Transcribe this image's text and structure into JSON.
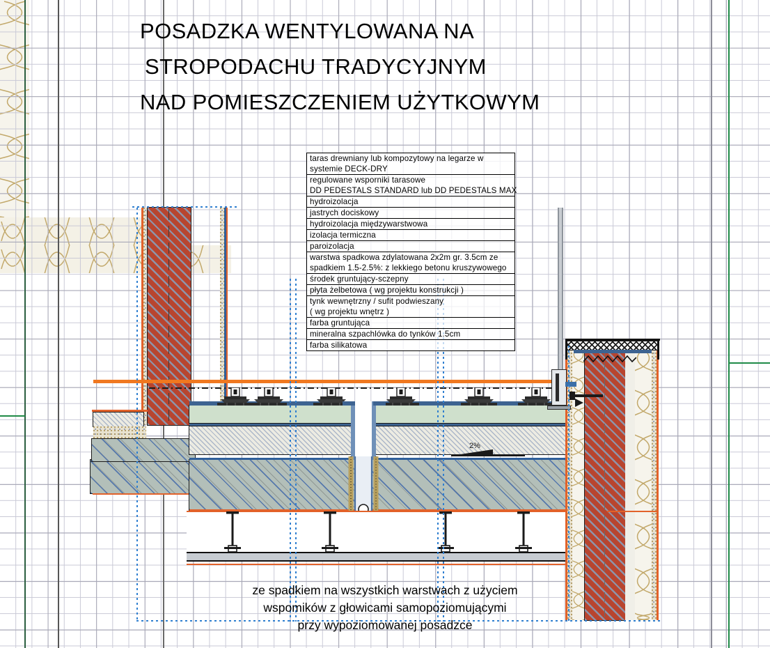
{
  "title": {
    "line1": "POSADZKA WENTYLOWANA NA",
    "line2": "STROPODACHU TRADYCYJNYM",
    "line3": "NAD POMIESZCZENIEM UŻYTKOWYM"
  },
  "caption": {
    "line1": "ze spadkiem na wszystkich warstwach z użyciem",
    "line2": "wspomików z głowicami samopoziomującymi",
    "line3": "przy wypoziomowanej posadzce"
  },
  "legend": {
    "rows": [
      {
        "lines": [
          "taras drewniany lub kompozytowy na legarze w",
          "systemie DECK-DRY"
        ]
      },
      {
        "lines": [
          "regulowane wsporniki tarasowe",
          "DD PEDESTALS STANDARD lub DD PEDESTALS MAX"
        ]
      },
      {
        "lines": [
          "hydroizolacja"
        ]
      },
      {
        "lines": [
          "jastrych dociskowy"
        ]
      },
      {
        "lines": [
          "hydroizolacja międzywarstwowa"
        ]
      },
      {
        "lines": [
          "izolacja termiczna"
        ]
      },
      {
        "lines": [
          "paroizolacja"
        ]
      },
      {
        "lines": [
          "warstwa spadkowa zdylatowana 2x2m gr. 3.5cm ze",
          "spadkiem 1.5-2.5%: z lekkiego betonu kruszywowego"
        ]
      },
      {
        "lines": [
          "środek gruntujący-sczepny"
        ]
      },
      {
        "lines": [
          "płyta żelbetowa ( wg projektu konstrukcji )"
        ]
      },
      {
        "lines": [
          "tynk wewnętrzny / sufit podwieszany",
          "( wg projektu wnętrz )"
        ]
      },
      {
        "lines": [
          "farba gruntująca"
        ]
      },
      {
        "lines": [
          "mineralna szpachlówka do tynków 1.5cm"
        ]
      },
      {
        "lines": [
          "farba silikatowa"
        ]
      }
    ]
  },
  "annotations": {
    "slope": "2%"
  },
  "colors": {
    "brick": "#b8452f",
    "concrete": "#b3bfb9",
    "screed": "#cfe0cc",
    "insulation": "#f3f0e4",
    "membrane_orange": "#f07820",
    "membrane_blue": "#1d3a63",
    "wool": "#c2a86a",
    "grid_minor": "#c9c9d6",
    "grid_major": "#a6a6b4",
    "axis_green": "#1f8a47",
    "axis_dark": "#4a4a4a",
    "text": "#000000"
  }
}
